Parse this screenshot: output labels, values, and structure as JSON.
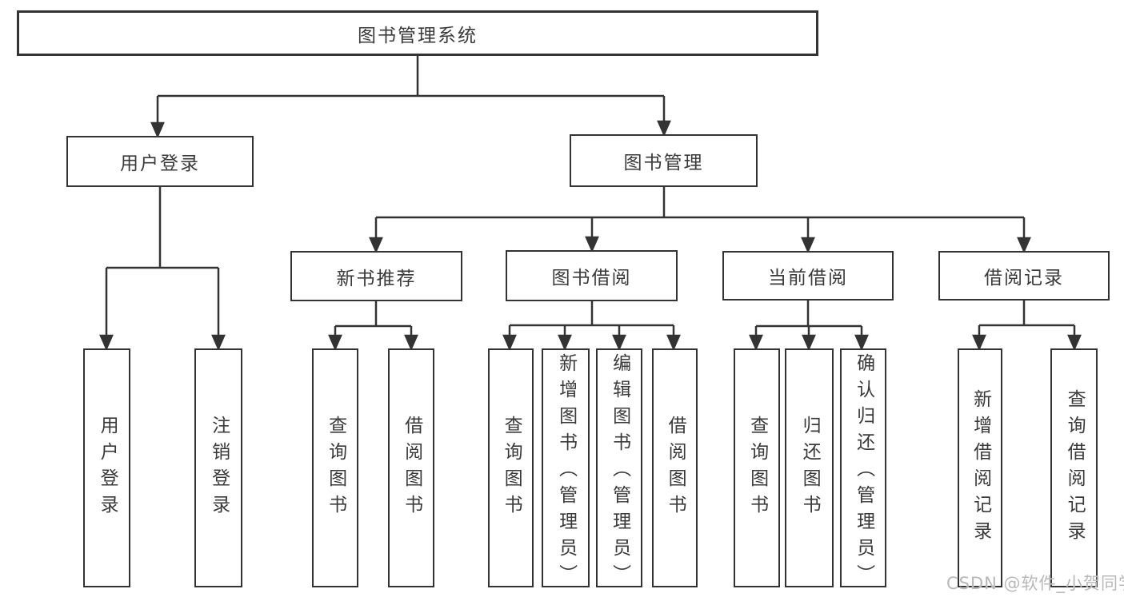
{
  "diagram_title": "图书管理系统",
  "tree": {
    "root": "图书管理系统",
    "branches": [
      {
        "label": "用户登录",
        "children": [
          "用户登录",
          "注销登录"
        ]
      },
      {
        "label": "图书管理",
        "children": [
          {
            "label": "新书推荐",
            "children": [
              "查询图书",
              "借阅图书"
            ]
          },
          {
            "label": "图书借阅",
            "children": [
              "查询图书",
              "新增图书（管理员）",
              "编辑图书（管理员）",
              "借阅图书"
            ]
          },
          {
            "label": "当前借阅",
            "children": [
              "查询图书",
              "归还图书",
              "确认归还（管理员）"
            ]
          },
          {
            "label": "借阅记录",
            "children": [
              "新增借阅记录",
              "查询借阅记录"
            ]
          }
        ]
      }
    ]
  },
  "watermark": "CSDN @软件_小贺同学",
  "colors": {
    "box_border": "#333333",
    "connector": "#333333",
    "text": "#3a3a3a",
    "watermark": "#b8b8b8",
    "background": "#ffffff"
  }
}
